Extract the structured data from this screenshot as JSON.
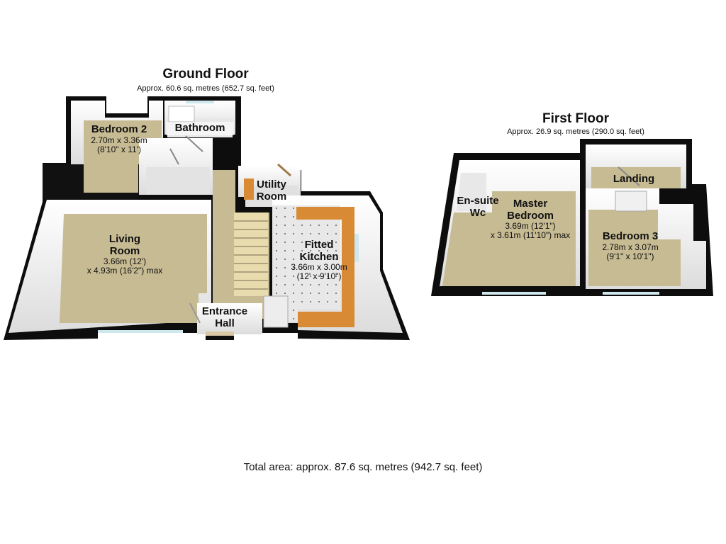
{
  "ground_floor": {
    "title": "Ground Floor",
    "area": "Approx. 60.6 sq. metres (652.7 sq. feet)",
    "rooms": {
      "bedroom2": {
        "name": "Bedroom 2",
        "dim1": "2.70m x 3.36m",
        "dim2": "(8'10\" x 11')"
      },
      "bathroom": {
        "name": "Bathroom"
      },
      "utility": {
        "name1": "Utility",
        "name2": "Room"
      },
      "living": {
        "name1": "Living",
        "name2": "Room",
        "dim1": "3.66m (12')",
        "dim2": "x 4.93m (16'2\") max"
      },
      "kitchen": {
        "name1": "Fitted",
        "name2": "Kitchen",
        "dim1": "3.66m x 3.00m",
        "dim2": "(12' x 9'10\")"
      },
      "entrance": {
        "name1": "Entrance",
        "name2": "Hall"
      }
    }
  },
  "first_floor": {
    "title": "First Floor",
    "area": "Approx. 26.9 sq. metres (290.0 sq. feet)",
    "rooms": {
      "ensuite": {
        "name1": "En-suite",
        "name2": "Wc"
      },
      "master": {
        "name1": "Master",
        "name2": "Bedroom",
        "dim1": "3.69m (12'1\")",
        "dim2": "x 3.61m (11'10\") max"
      },
      "landing": {
        "name": "Landing"
      },
      "bedroom3": {
        "name": "Bedroom 3",
        "dim1": "2.78m x 3.07m",
        "dim2": "(9'1\" x 10'1\")"
      }
    }
  },
  "total_area": "Total area: approx. 87.6 sq. metres (942.7 sq. feet)",
  "colors": {
    "wall": "#0d0d0d",
    "wall_face": "#f4f4f4",
    "floor_carpet": "#c7bb93",
    "floor_tile": "#e6e6e6",
    "worktop": "#d98a35",
    "stairs": "#e8dcae",
    "window": "#cfe8ee"
  }
}
